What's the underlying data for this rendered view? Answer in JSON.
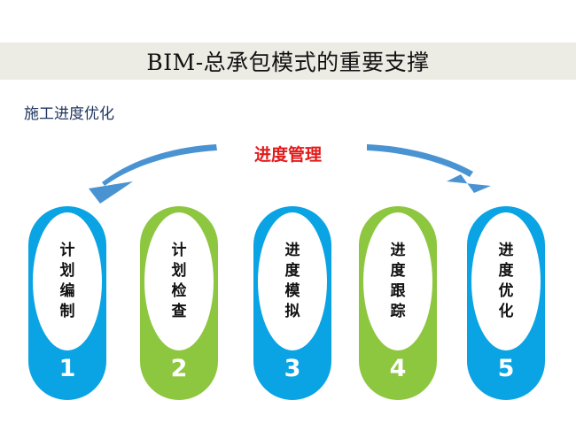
{
  "header": {
    "title": "BIM-总承包模式的重要支撑"
  },
  "subtitle": "施工进度优化",
  "diagram": {
    "center_label": "进度管理",
    "colors": {
      "blue": "#0aa3e3",
      "green": "#8dc63f",
      "arrow": "#4a93d2",
      "label_red": "#e21b1b"
    },
    "steps": [
      {
        "number": "1",
        "label": "计划编制",
        "color": "#0aa3e3"
      },
      {
        "number": "2",
        "label": "计划检查",
        "color": "#8dc63f"
      },
      {
        "number": "3",
        "label": "进度模拟",
        "color": "#0aa3e3"
      },
      {
        "number": "4",
        "label": "进度跟踪",
        "color": "#8dc63f"
      },
      {
        "number": "5",
        "label": "进度优化",
        "color": "#0aa3e3"
      }
    ]
  }
}
